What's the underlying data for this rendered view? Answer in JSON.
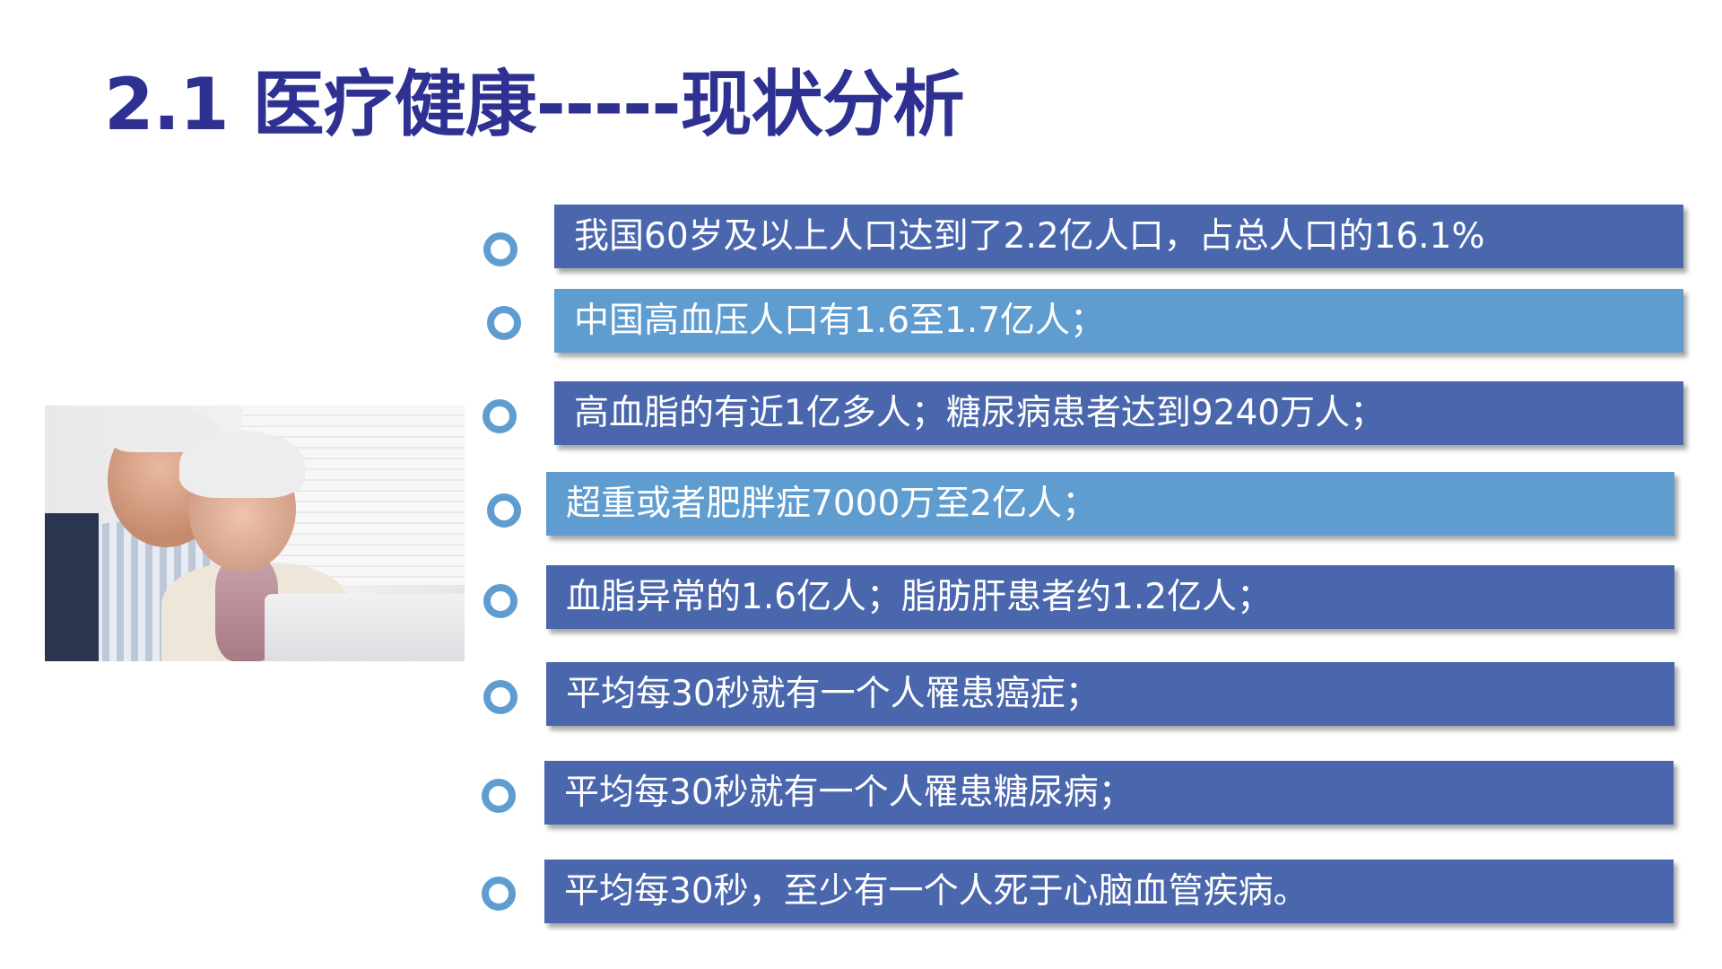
{
  "title": "2.1 医疗健康-----现状分析",
  "colors": {
    "title": "#2e3192",
    "bar_dark": "#4a67ae",
    "bar_light": "#5f9dd1",
    "bullet": "#5f9dd1"
  },
  "photo": {
    "description_icon": "elderly-couple-photo"
  },
  "items": [
    {
      "text": "我国60岁及以上人口达到了2.2亿人口，占总人口的16.1%",
      "style": "dark"
    },
    {
      "text": "中国高血压人口有1.6至1.7亿人；",
      "style": "light"
    },
    {
      "text": "高血脂的有近1亿多人；糖尿病患者达到9240万人；",
      "style": "dark"
    },
    {
      "text": "超重或者肥胖症7000万至2亿人；",
      "style": "light"
    },
    {
      "text": "血脂异常的1.6亿人；脂肪肝患者约1.2亿人；",
      "style": "dark"
    },
    {
      "text": "平均每30秒就有一个人罹患癌症；",
      "style": "dark"
    },
    {
      "text": "平均每30秒就有一个人罹患糖尿病；",
      "style": "dark"
    },
    {
      "text": "平均每30秒，至少有一个人死于心脑血管疾病。",
      "style": "dark"
    }
  ]
}
